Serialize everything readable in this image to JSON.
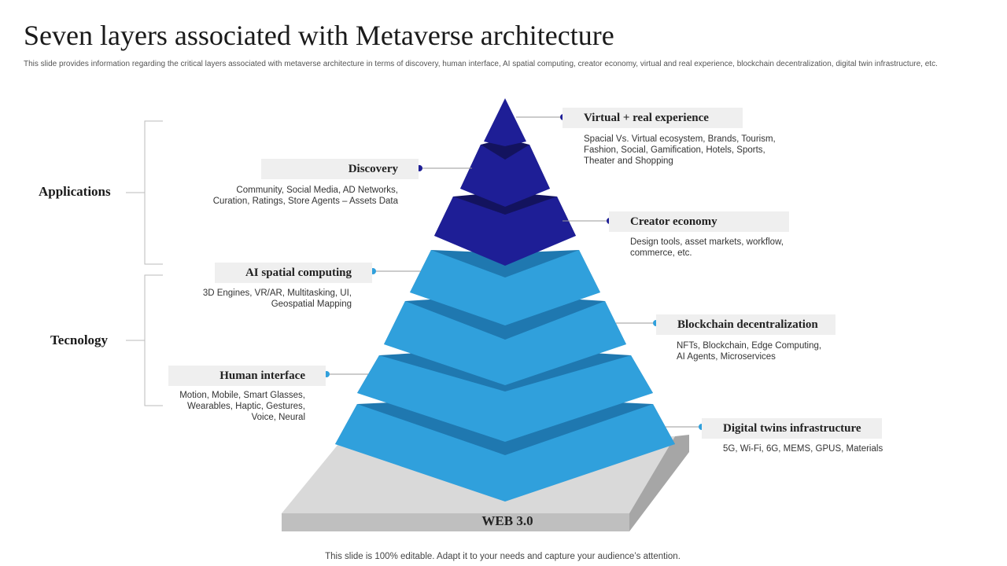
{
  "title": "Seven layers associated with Metaverse architecture",
  "subtitle": "This slide provides information regarding the critical layers associated with metaverse architecture in terms of discovery, human interface, AI spatial computing,  creator economy, virtual and real experience, blockchain decentralization, digital twin infrastructure, etc.",
  "groups": {
    "applications": "Applications",
    "technology": "Tecnology"
  },
  "base_label": "WEB 3.0",
  "layers": {
    "virtual_real": {
      "title": "Virtual  + real experience",
      "lines": [
        "Spacial Vs. Virtual ecosystem, Brands, Tourism,",
        "Fashion, Social, Gamification, Hotels, Sports,",
        "Theater and Shopping"
      ]
    },
    "discovery": {
      "title": "Discovery",
      "lines": [
        "Community, Social Media, AD Networks,",
        "Curation, Ratings, Store Agents – Assets Data"
      ]
    },
    "creator_economy": {
      "title": "Creator economy",
      "lines": [
        "Design tools, asset markets, workflow,",
        "commerce, etc."
      ]
    },
    "ai_spatial": {
      "title": "AI spatial computing",
      "lines": [
        "3D Engines, VR/AR, Multitasking, UI,",
        "Geospatial Mapping"
      ]
    },
    "blockchain": {
      "title": "Blockchain decentralization",
      "lines": [
        "NFTs, Blockchain, Edge Computing,",
        "AI Agents, Microservices"
      ]
    },
    "human_interface": {
      "title": "Human interface",
      "lines": [
        "Motion, Mobile, Smart Glasses,",
        "Wearables, Haptic, Gestures,",
        "Voice, Neural"
      ]
    },
    "digital_twins": {
      "title": "Digital twins infrastructure",
      "lines": [
        "5G, Wi-Fi, 6G, MEMS,  GPUS, Materials"
      ]
    }
  },
  "footer": "This slide is 100% editable. Adapt it to your needs and capture your audience’s attention.",
  "colors": {
    "dark_blue": "#1e1e96",
    "dark_blue_band": "#13135e",
    "light_blue": "#30a0dc",
    "light_blue_band": "#1f78b0",
    "platform": "#d9d9d9",
    "platform_side": "#bfbfbf",
    "label_bg": "#efefef"
  }
}
